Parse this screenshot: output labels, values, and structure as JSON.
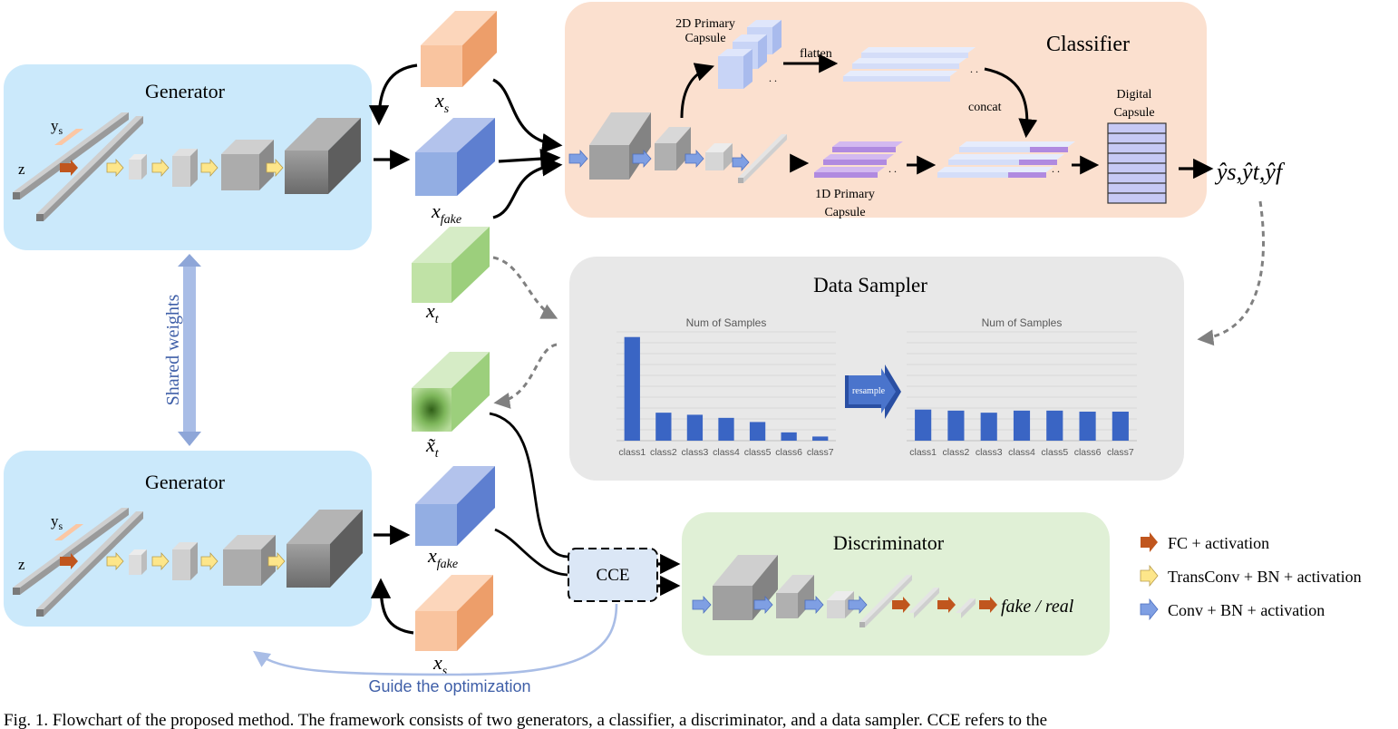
{
  "generator_top": {
    "title": "Generator",
    "ys": "y",
    "ys_sub": "s",
    "z": "z"
  },
  "generator_bottom": {
    "title": "Generator",
    "ys": "y",
    "ys_sub": "s",
    "z": "z"
  },
  "shared_weights": "Shared weights",
  "inputs": {
    "xs_top": {
      "base": "x",
      "sub": "s"
    },
    "xfake_top": {
      "base": "x",
      "sub": "fake"
    },
    "xt": {
      "base": "x",
      "sub": "t"
    },
    "xt_tilde": {
      "base": "x̃",
      "sub": "t"
    },
    "xfake_bottom": {
      "base": "x",
      "sub": "fake"
    },
    "xs_bottom": {
      "base": "x",
      "sub": "s"
    }
  },
  "classifier": {
    "title": "Classifier",
    "primary2d_line1": "2D Primary",
    "primary2d_line2": "Capsule",
    "flatten": "flatten",
    "concat": "concat",
    "primary1d_line1": "1D Primary",
    "primary1d_line2": "Capsule",
    "digital_line1": "Digital",
    "digital_line2": "Capsule",
    "outputs": "ŷs,ŷt,ŷf"
  },
  "sampler": {
    "title": "Data Sampler",
    "resample": "resample",
    "colors": {
      "bar": "#3a65c4",
      "bar_dark": "#2a4fa3"
    }
  },
  "chart_data": [
    {
      "type": "bar",
      "title": "Num of Samples",
      "categories": [
        "class1",
        "class2",
        "class3",
        "class4",
        "class5",
        "class6",
        "class7"
      ],
      "values": [
        100,
        27,
        25,
        22,
        18,
        8,
        4
      ],
      "ylim": [
        0,
        105
      ],
      "grid": true
    },
    {
      "type": "bar",
      "title": "Num of Samples",
      "categories": [
        "class1",
        "class2",
        "class3",
        "class4",
        "class5",
        "class6",
        "class7"
      ],
      "values": [
        30,
        29,
        27,
        29,
        29,
        28,
        28
      ],
      "ylim": [
        0,
        105
      ],
      "grid": true
    }
  ],
  "discriminator": {
    "title": "Discriminator",
    "output": "fake / real"
  },
  "cce": "CCE",
  "guide": "Guide the optimization",
  "legend": [
    {
      "label": "FC + activation",
      "color": "#c0561e"
    },
    {
      "label": "TransConv + BN + activation",
      "color": "#fde68a"
    },
    {
      "label": "Conv + BN + activation",
      "color": "#7f9fe3"
    }
  ],
  "caption": "Fig. 1.   Flowchart of the proposed method. The framework consists of two generators, a classifier, a discriminator, and a data sampler. CCE refers to the"
}
